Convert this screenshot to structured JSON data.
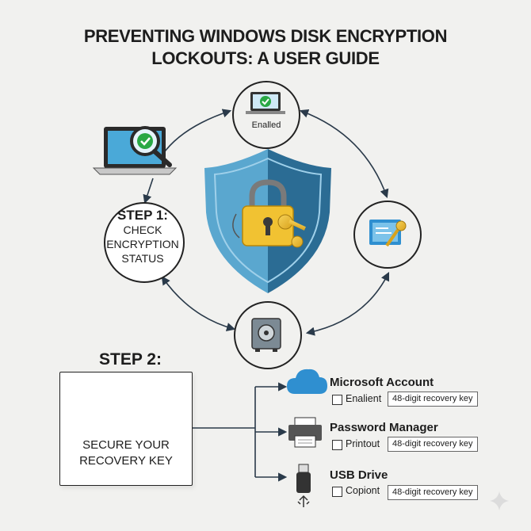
{
  "title": {
    "line1": "PREVENTING WINDOWS DISK ENCRYPTION",
    "line2": "LOCKOUTS: A USER GUIDE"
  },
  "cycle": {
    "top_node_label": "Enalled",
    "step1": {
      "heading": "STEP 1:",
      "line1": "CHECK",
      "line2": "ENCRYPTION",
      "line3": "STATUS"
    }
  },
  "step2": {
    "label": "STEP 2:",
    "card_line1": "SECURE YOUR",
    "card_line2": "RECOVERY KEY"
  },
  "destinations": [
    {
      "title": "Microsoft Account",
      "option": "Enalient",
      "key_label": "48-digit recovery key",
      "icon": "cloud-icon"
    },
    {
      "title": "Password Manager",
      "option": "Printout",
      "key_label": "48-digit recovery key",
      "icon": "printer-icon"
    },
    {
      "title": "USB Drive",
      "option": "Copiont",
      "key_label": "48-digit recovery key",
      "icon": "usb-drive-icon"
    }
  ],
  "colors": {
    "shield_light": "#5aa7cf",
    "shield_dark": "#2b6c94",
    "lock_gold": "#f1c232",
    "accent_blue": "#2f8fd0",
    "check_green": "#29a845",
    "arrow": "#2a3a4a"
  }
}
